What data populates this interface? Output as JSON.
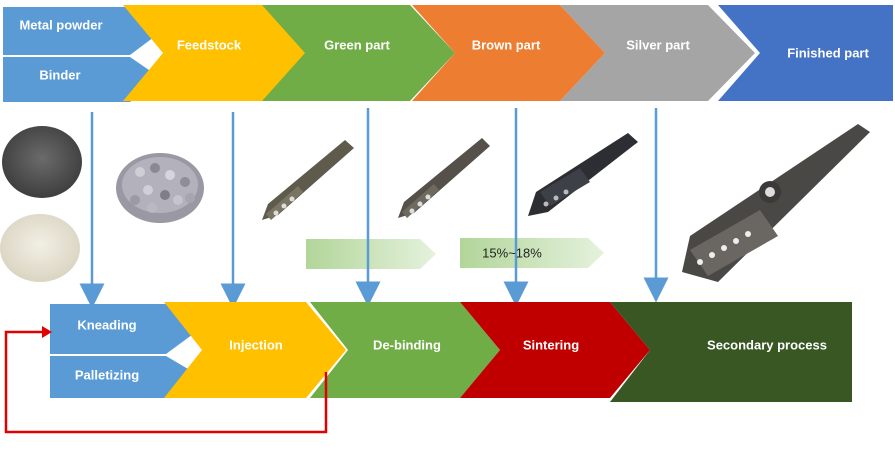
{
  "top_row": {
    "metal_powder": "Metal powder",
    "binder": "Binder",
    "feedstock": "Feedstock",
    "green_part": "Green part",
    "brown_part": "Brown part",
    "silver_part": "Silver part",
    "finished_part": "Finished part"
  },
  "bottom_row": {
    "kneading": "Kneading",
    "palletizing": "Palletizing",
    "injection": "Injection",
    "debinding": "De-binding",
    "sintering": "Sintering",
    "secondary_process": "Secondary process"
  },
  "shrinkage_label": "15%~18%",
  "colors": {
    "blue": "#5b9bd5",
    "yellow": "#ffc000",
    "green": "#70ad47",
    "orange": "#ed7d31",
    "gray": "#a5a5a5",
    "darkblue": "#4472c4",
    "red": "#c00000",
    "darkgreen": "#385723",
    "arrow_blue": "#5b9bd5",
    "feedback_red": "#e00000",
    "light_green": "#a9d18e"
  }
}
